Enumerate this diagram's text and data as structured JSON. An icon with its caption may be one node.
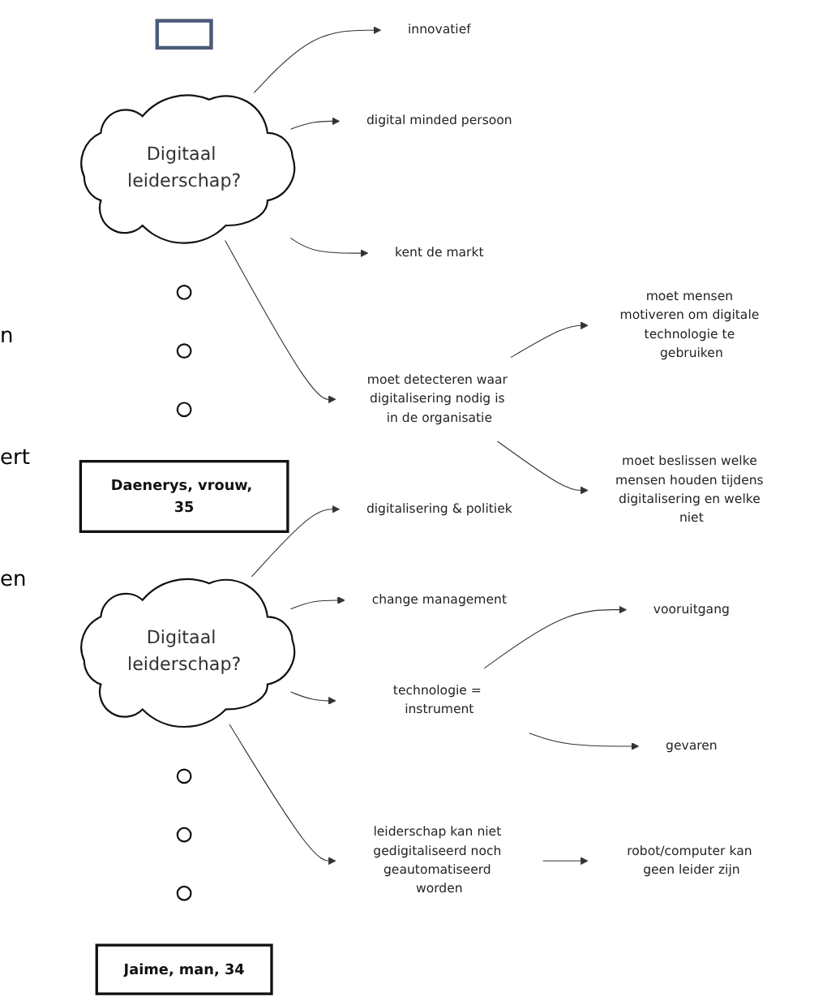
{
  "diagram": {
    "nodes": [
      {
        "text": [],
        "shape": "box"
      },
      {
        "text": [
          "Digitaal leiderschap?"
        ]
      },
      {
        "text": [
          "innovatief"
        ]
      },
      {
        "text": [
          "digital minded persoon"
        ]
      },
      {
        "text": [
          "kent de markt"
        ]
      },
      {
        "text": [
          "moet detecteren waar digitalisering nodig is in de organisatie"
        ]
      },
      {
        "text": [
          "moet beslissen welke mensen houden tijdens digitalisering en welke niet"
        ]
      },
      {
        "text": [
          "moet mensen motiveren om digitale technologie te gebruiken"
        ]
      },
      {
        "text": [],
        "shape": "circle"
      },
      {
        "text": [],
        "shape": "circle"
      },
      {
        "text": [],
        "shape": "circle"
      },
      {
        "text": [
          "Daenerys, vrouw, 35"
        ]
      },
      {
        "text": [
          "Digitaal leiderschap?"
        ]
      },
      {
        "text": [
          "digitalisering & politiek"
        ]
      },
      {
        "text": [
          "change management"
        ]
      },
      {
        "text": [
          "technologie = instrument"
        ]
      },
      {
        "text": [
          "gevaren"
        ]
      },
      {
        "text": [
          "vooruitgang"
        ]
      },
      {
        "text": [
          "leiderschap kan niet gedigitaliseerd noch geautomatiseerd worden"
        ]
      },
      {
        "text": [
          "robot/computer kan geen leider zijn"
        ]
      },
      {
        "text": [],
        "shape": "circle"
      },
      {
        "text": [],
        "shape": "circle"
      },
      {
        "text": [],
        "shape": "circle"
      },
      {
        "text": [
          "Jaime, man, 34"
        ]
      }
    ],
    "edges": [
      {
        "from": 1,
        "to": 2,
        "arrow": "to"
      },
      {
        "from": 1,
        "to": 3,
        "arrow": "to"
      },
      {
        "from": 1,
        "to": 4,
        "arrow": "to"
      },
      {
        "from": 1,
        "to": 5,
        "arrow": "to"
      },
      {
        "from": 5,
        "to": 7,
        "arrow": "to"
      },
      {
        "from": 5,
        "to": 6,
        "arrow": "to"
      },
      {
        "from": 12,
        "to": 13,
        "arrow": "to"
      },
      {
        "from": 12,
        "to": 14,
        "arrow": "to"
      },
      {
        "from": 12,
        "to": 15,
        "arrow": "to"
      },
      {
        "from": 15,
        "to": 17,
        "arrow": "to"
      },
      {
        "from": 15,
        "to": 16,
        "arrow": "to"
      },
      {
        "from": 12,
        "to": 18,
        "arrow": "to"
      },
      {
        "from": 18,
        "to": 19,
        "arrow": "to"
      }
    ],
    "labels": [
      "n",
      "ert",
      "en"
    ]
  }
}
